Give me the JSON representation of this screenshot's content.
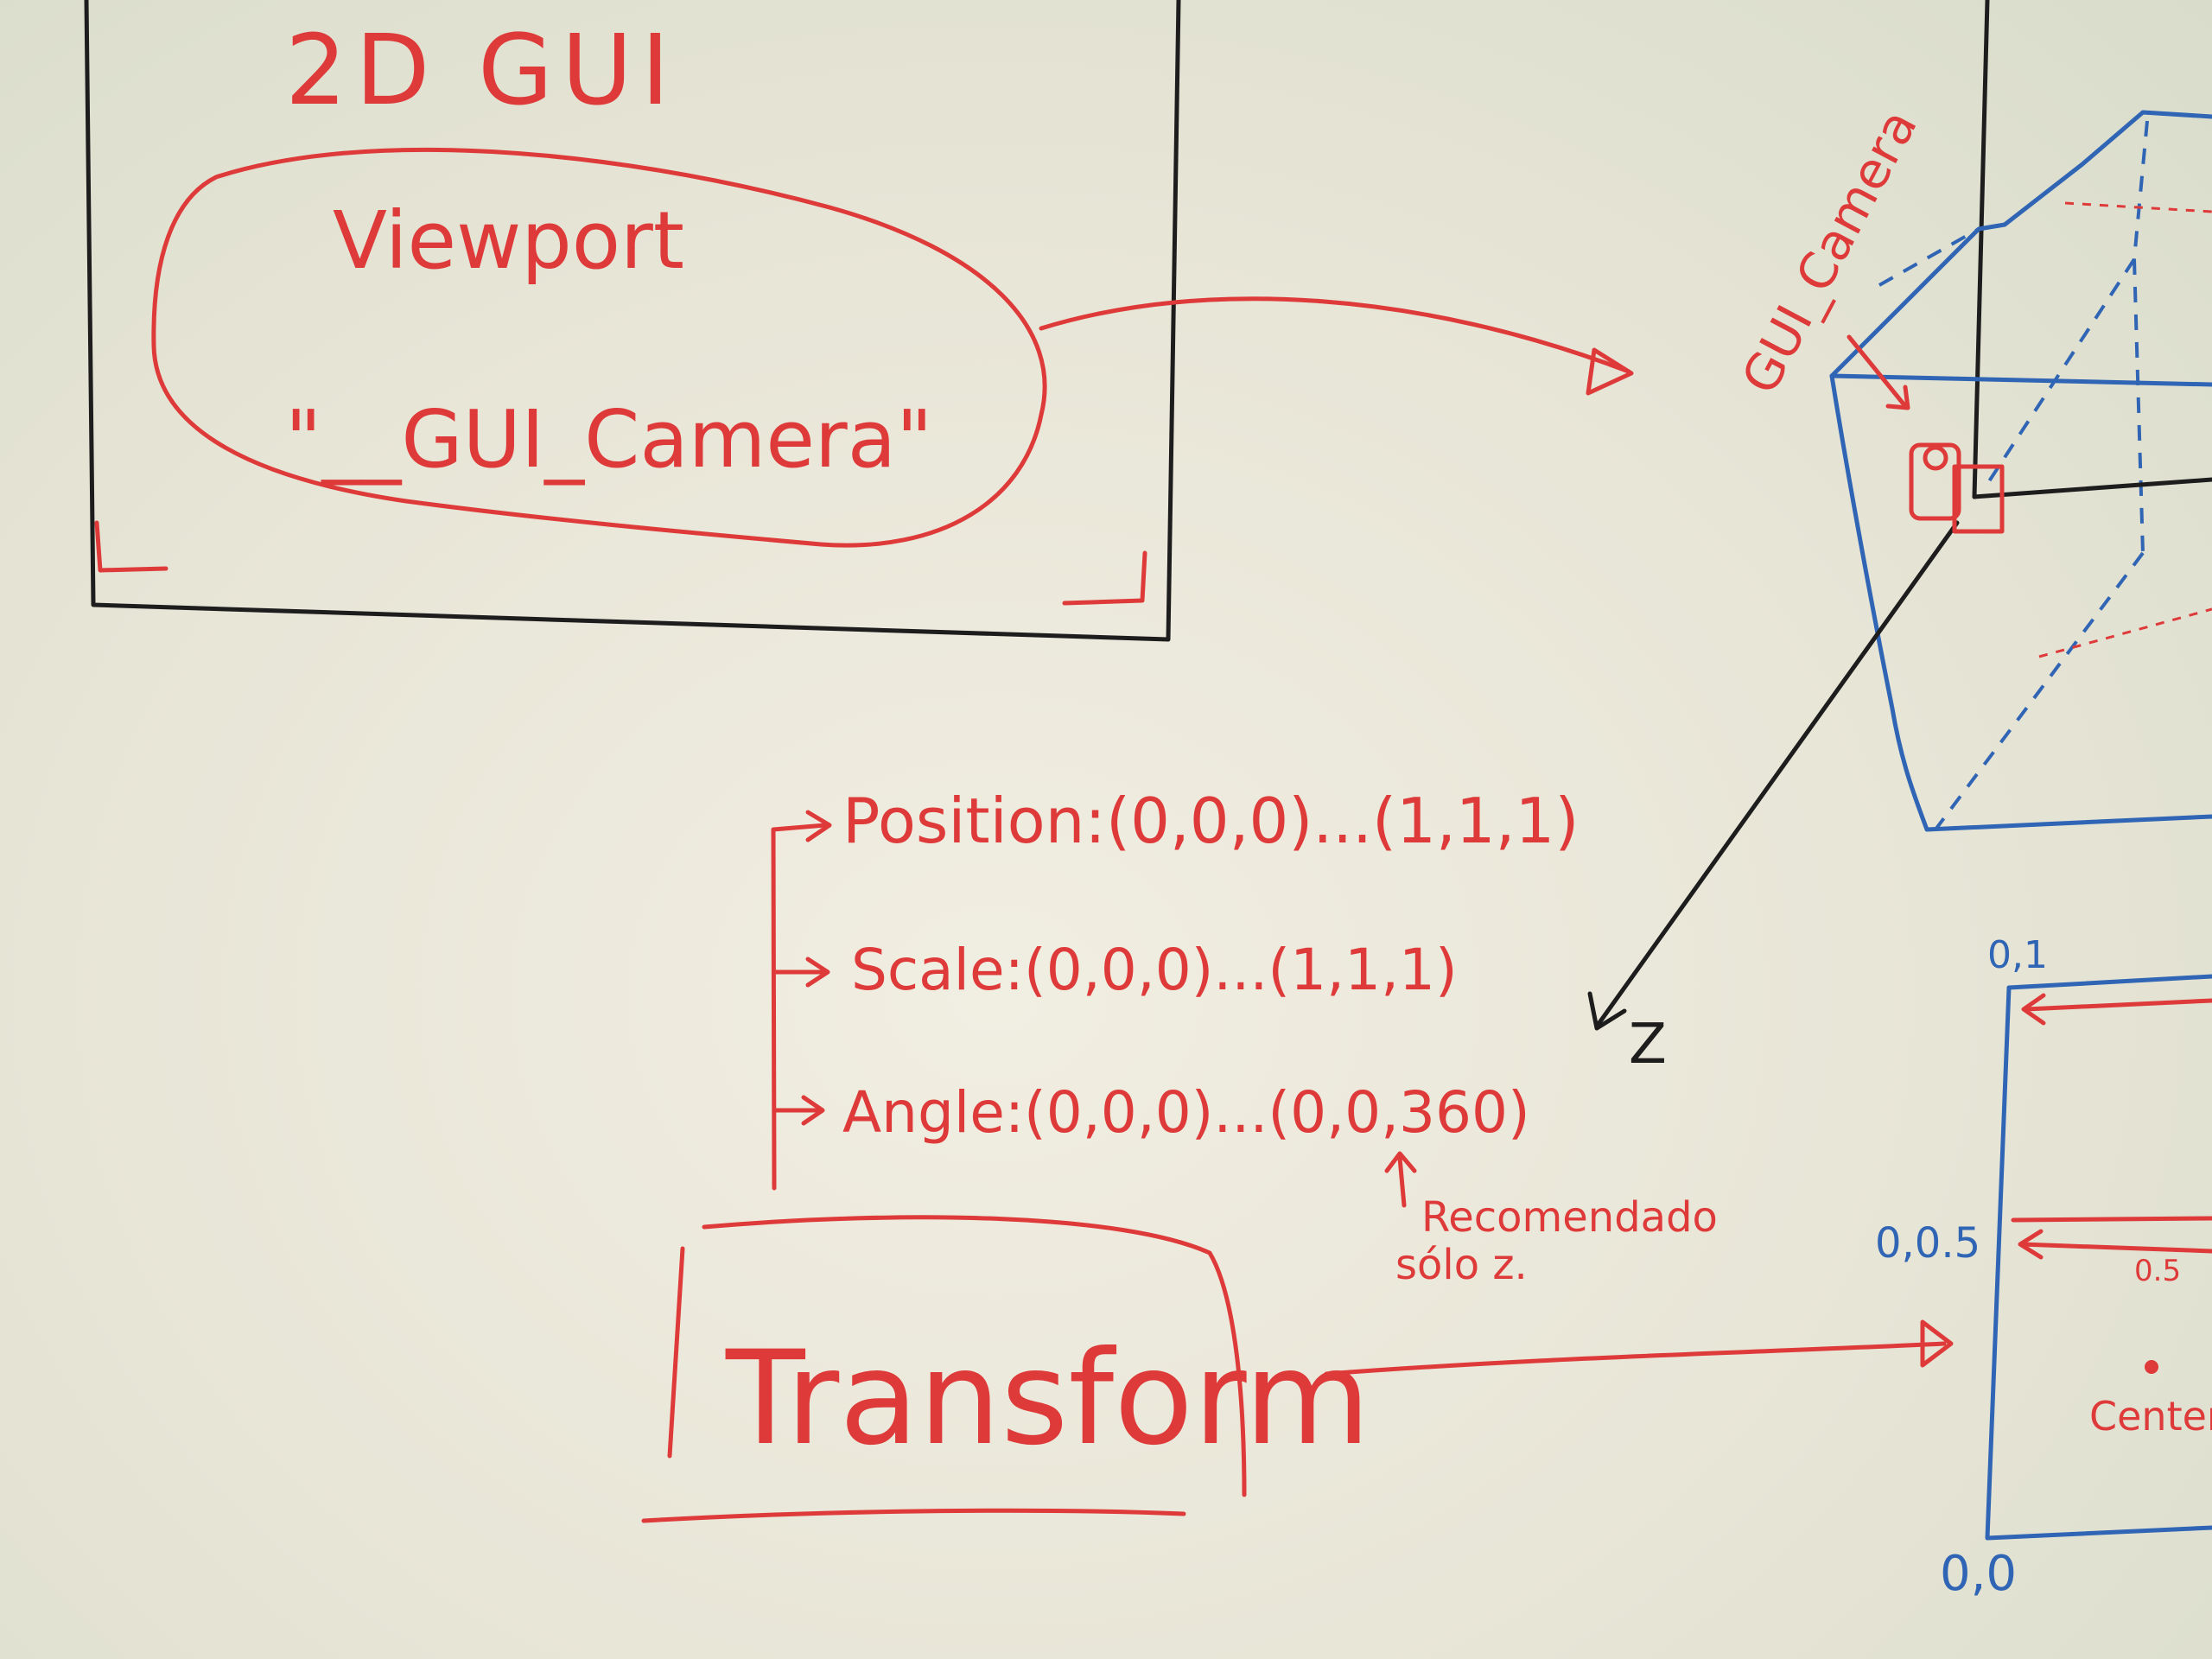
{
  "gui_box": {
    "title": "2D GUI",
    "viewport_line1": "Viewport",
    "viewport_line2": "\"__GUI_Camera\""
  },
  "camera_view": {
    "label": "GUI_Camera",
    "axis_z": "Z"
  },
  "transform": {
    "title": "Transform",
    "properties": [
      {
        "label": "Position:",
        "range": "(0,0,0)...(1,1,1)"
      },
      {
        "label": "Scale:",
        "range": "(0,0,0)...(1,1,1)"
      },
      {
        "label": "Angle:",
        "range": "(0,0,0)...(0,0,360)"
      }
    ],
    "note_line1": "Recomendado",
    "note_line2": "sólo z."
  },
  "screen_coords": {
    "top_left": "0,1",
    "mid_left": "0,0.5",
    "bottom_left": "0,0",
    "mid_value": "0.5",
    "center_label": "Center"
  },
  "colors": {
    "marker_red": "#de3a3a",
    "marker_black": "#1d1d1d",
    "marker_blue": "#2f65b4",
    "board": "#ecebdd"
  }
}
